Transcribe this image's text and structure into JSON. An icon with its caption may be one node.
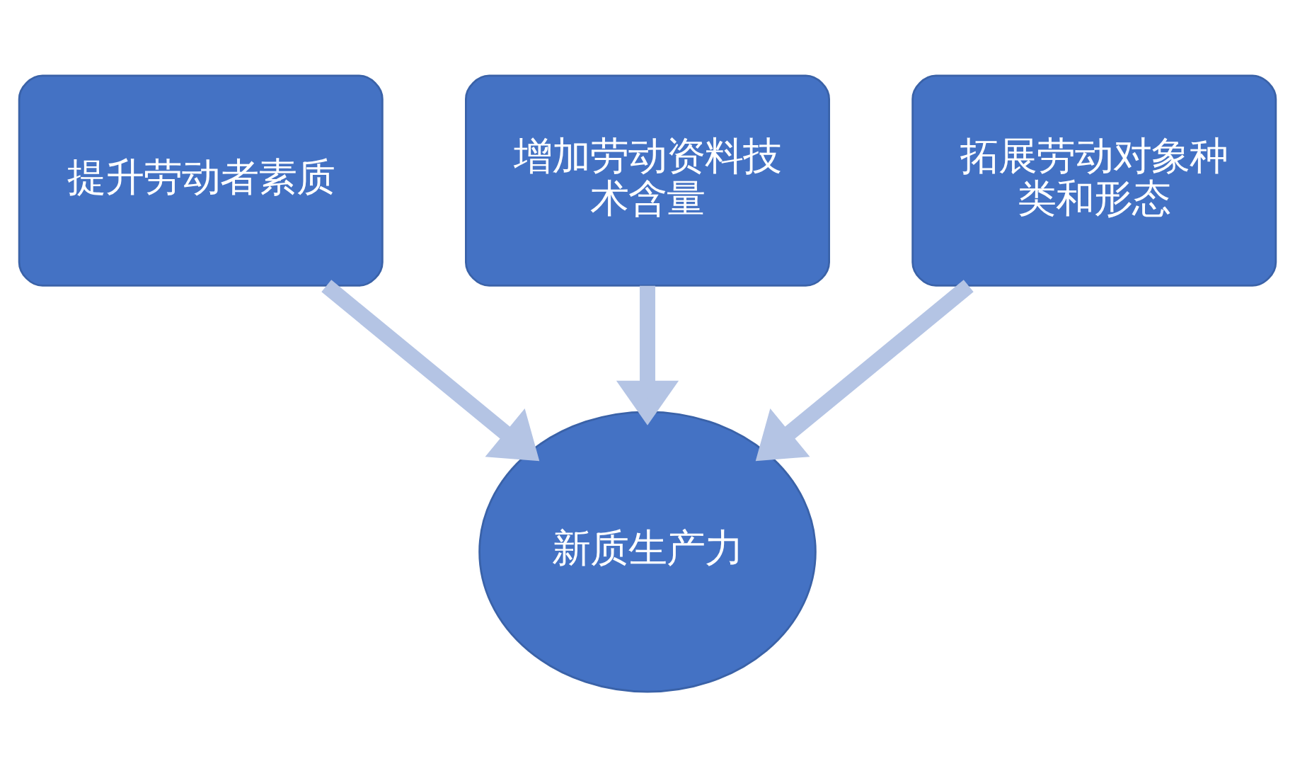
{
  "diagram": {
    "nodes": [
      {
        "text": [
          "增加劳动资料技术含量"
        ]
      },
      {
        "text": [
          "提升劳动者素质"
        ]
      },
      {
        "text": [
          "拓展劳动对象种类和形态"
        ]
      },
      {
        "text": [
          "新质生产力"
        ]
      }
    ],
    "edges": [
      {
        "from": 0,
        "to": 3,
        "arrow": "to"
      },
      {
        "from": 1,
        "to": 3,
        "arrow": "to"
      },
      {
        "from": 2,
        "to": 3,
        "arrow": "to"
      }
    ]
  }
}
